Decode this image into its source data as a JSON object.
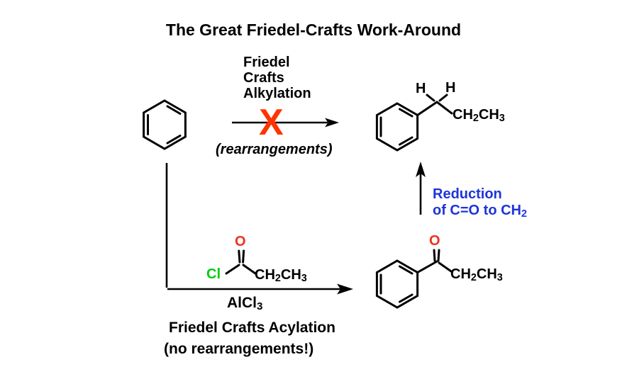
{
  "title": "The Great Friedel-Crafts Work-Around",
  "colors": {
    "bond_black": "#000000",
    "cross_red": "#ff3300",
    "oxygen_red": "#ee3220",
    "chlorine_green": "#00cc11",
    "reduction_blue": "#1e34d8"
  },
  "alkylation": {
    "label": {
      "line1": "Friedel",
      "line2": "Crafts",
      "line3": "Alkylation"
    },
    "cross": "X",
    "note": "(rearrangements)"
  },
  "reduction": {
    "line1": "Reduction",
    "line2_main": "of C=O to CH",
    "line2_sub": "2"
  },
  "acylation": {
    "reagent": {
      "chlorine": "Cl",
      "oxygen": "O",
      "chain": {
        "p1": "CH",
        "s1": "2",
        "p2": "CH",
        "s2": "3"
      }
    },
    "catalyst": {
      "main": "AlCl",
      "sub": "3"
    },
    "label": "Friedel Crafts Acylation",
    "note": "(no rearrangements!)"
  },
  "products": {
    "propylbenzene": {
      "h_left": "H",
      "h_right": "H",
      "chain": {
        "p1": "CH",
        "s1": "2",
        "p2": "CH",
        "s2": "3"
      }
    },
    "propiophenone": {
      "oxygen": "O",
      "chain": {
        "p1": "CH",
        "s1": "2",
        "p2": "CH",
        "s2": "3"
      }
    }
  }
}
